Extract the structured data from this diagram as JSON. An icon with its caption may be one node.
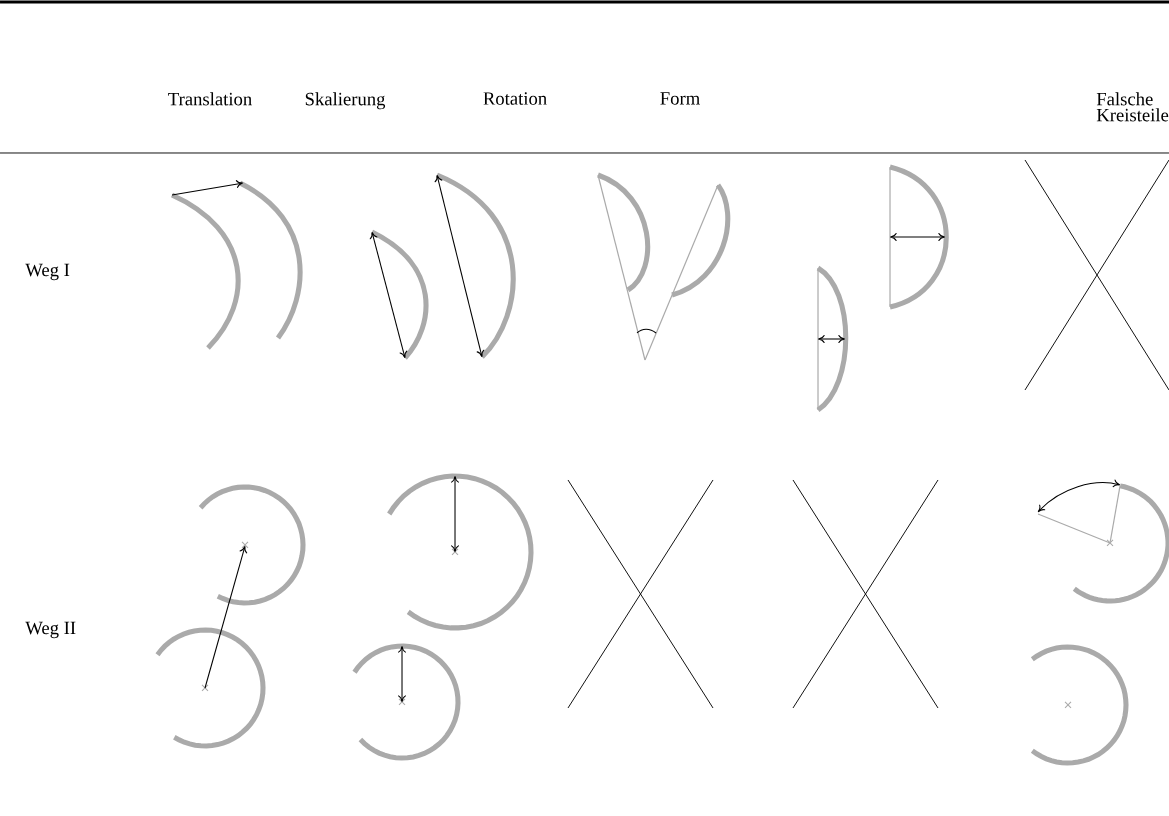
{
  "diagram": {
    "labels": [
      "Translation",
      "Skalierung",
      "Rotation",
      "Form",
      "Falsche Kreisteile",
      "Weg I",
      "Weg II"
    ]
  }
}
